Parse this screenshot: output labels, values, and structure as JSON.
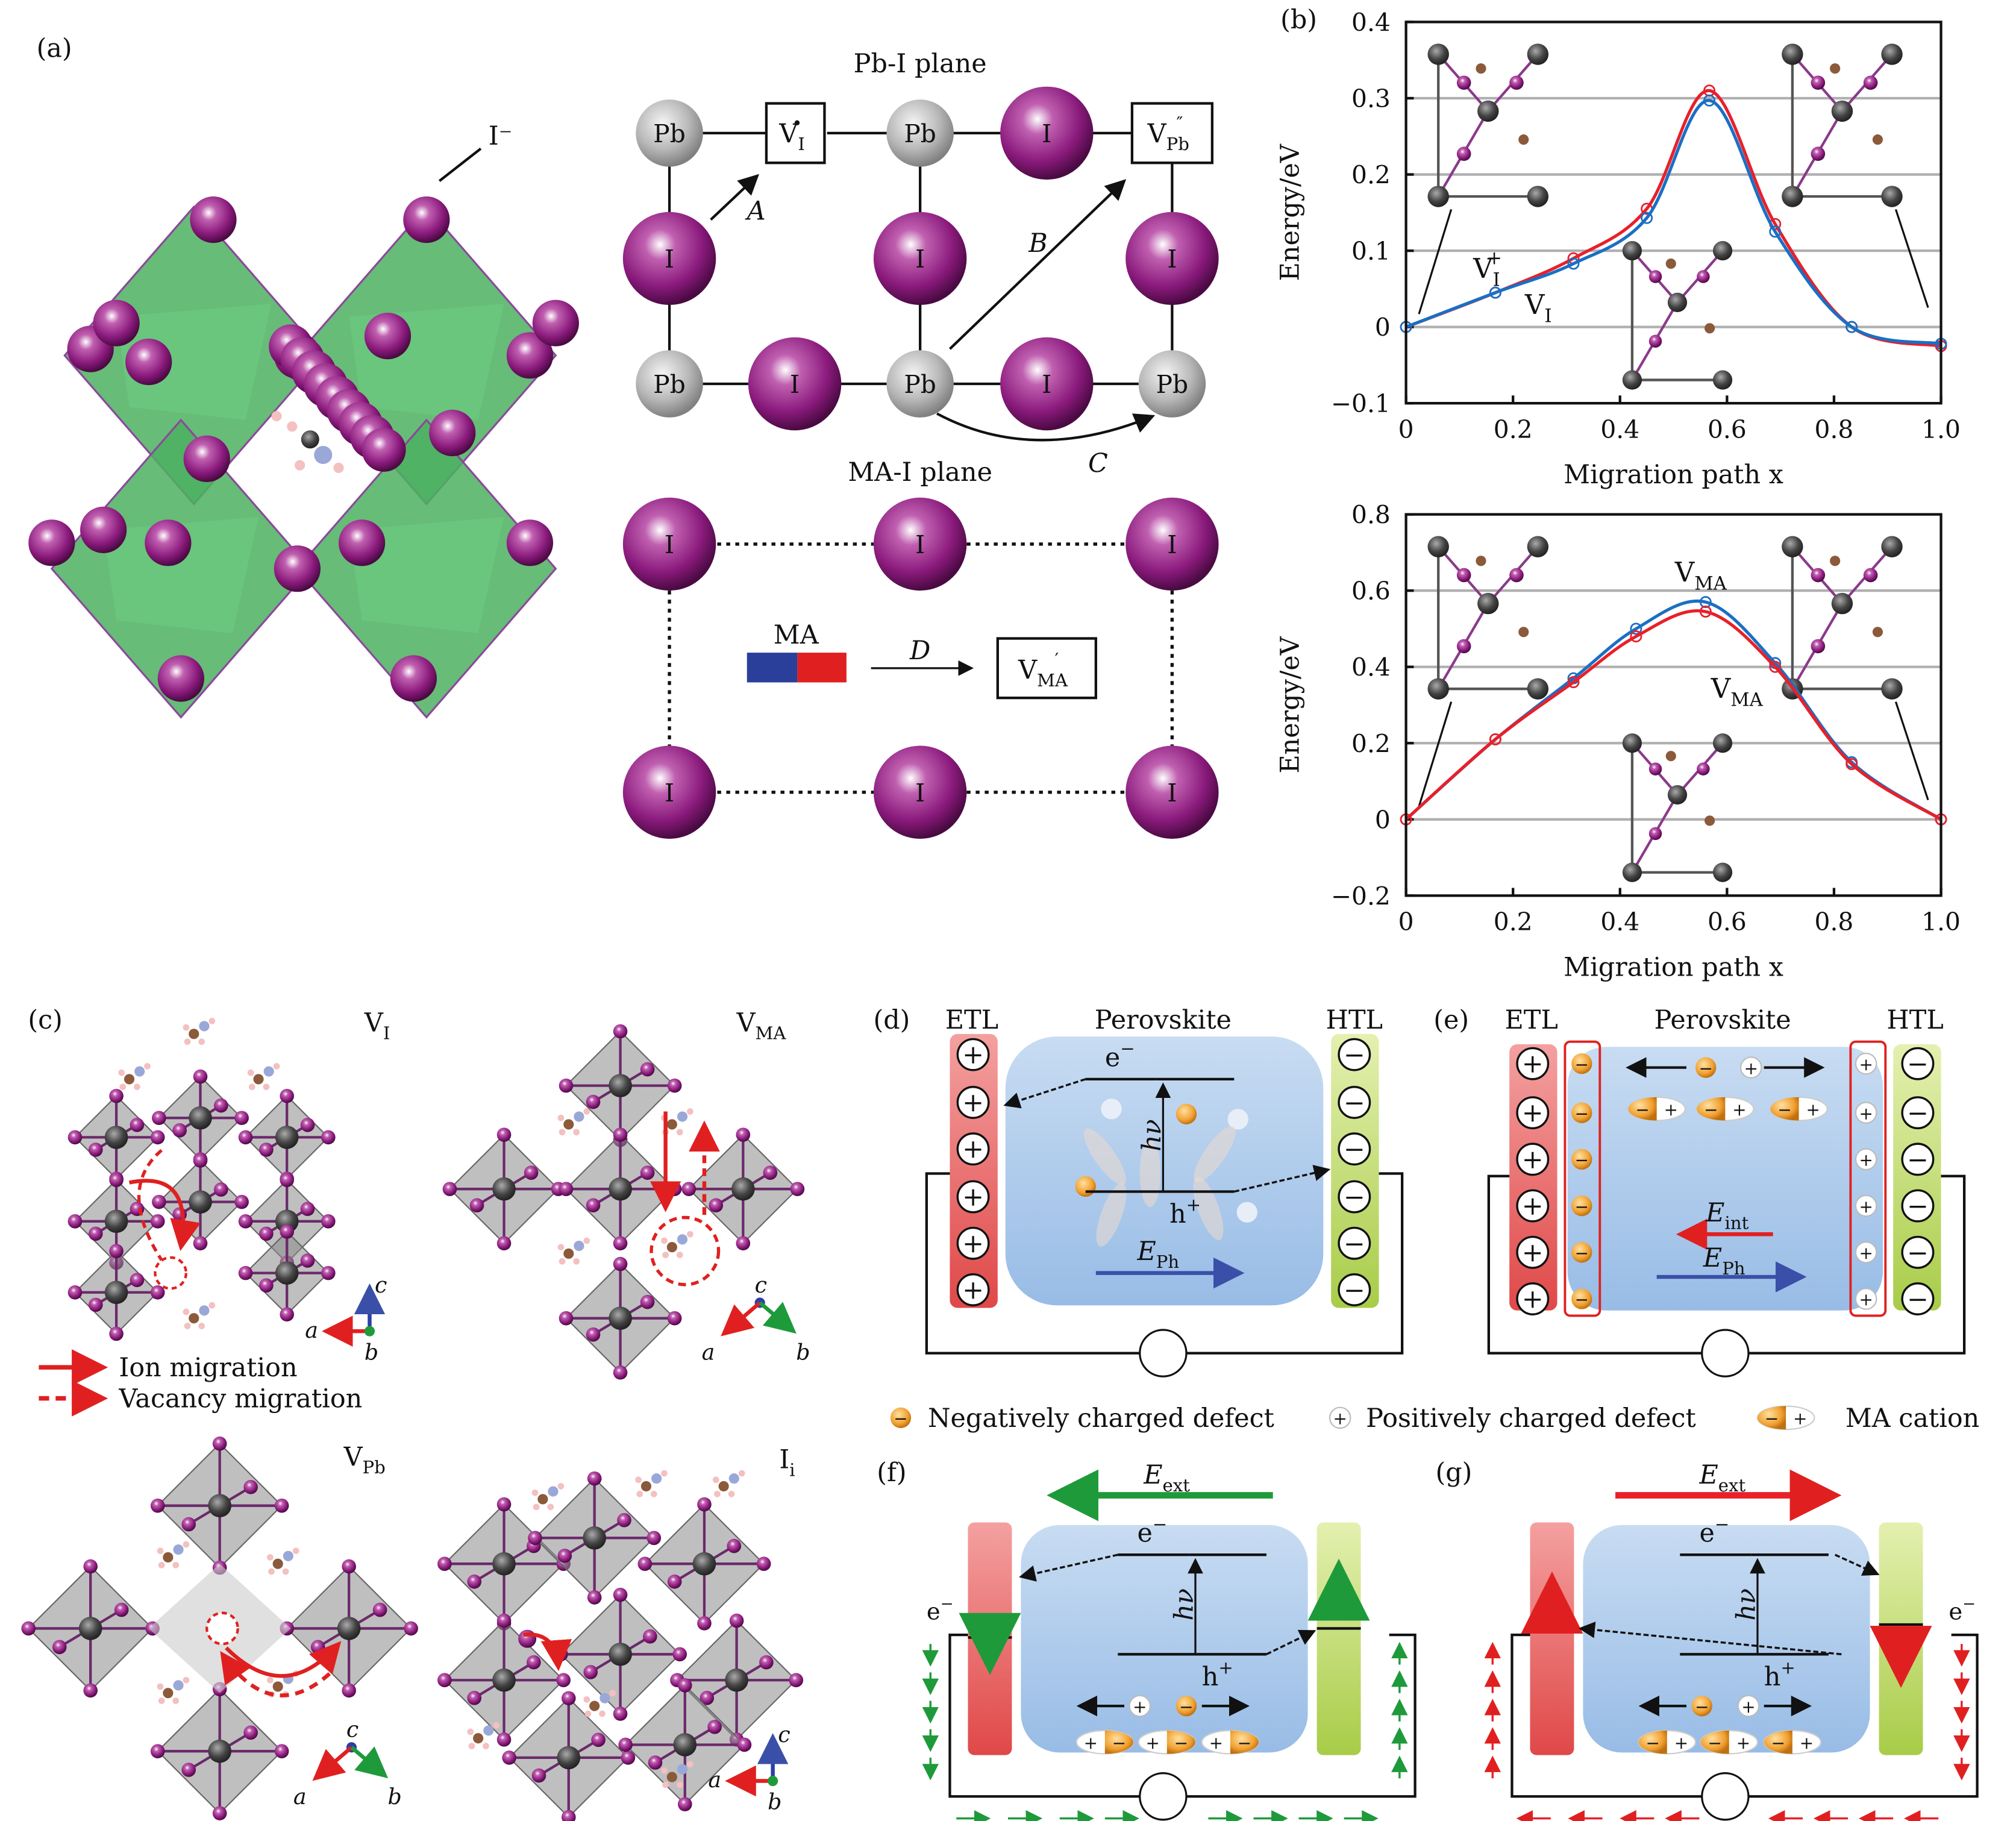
{
  "panel_labels": {
    "a": "(a)",
    "b": "(b)",
    "c": "(c)",
    "d": "(d)",
    "e": "(e)",
    "f": "(f)",
    "g": "(g)"
  },
  "panel_a": {
    "iodide_label": "I⁻",
    "pb_i_plane_title": "Pb-I plane",
    "ma_i_plane_title": "MA-I plane",
    "atom_pb": "Pb",
    "atom_i": "I",
    "vacancy_i": {
      "main": "V",
      "sub": "I",
      "sup": "•"
    },
    "vacancy_pb": {
      "main": "V",
      "sub": "Pb",
      "sup": "″"
    },
    "vacancy_ma": {
      "main": "V",
      "sub": "MA",
      "sup": "′"
    },
    "ma_label": "MA",
    "paths": {
      "A": "A",
      "B": "B",
      "C": "C",
      "D": "D"
    },
    "colors": {
      "path_label": "#e02020",
      "ma_blue": "#2a3f9a",
      "ma_red": "#e02020"
    }
  },
  "chart_data": [
    {
      "type": "line",
      "title": "",
      "xlabel": "Migration path x",
      "ylabel": "Energy/eV",
      "xlim": [
        0,
        1.0
      ],
      "ylim": [
        -0.1,
        0.4
      ],
      "xticks": [
        "0",
        "0.2",
        "0.4",
        "0.6",
        "0.8",
        "1.0"
      ],
      "yticks": [
        "0.4",
        "0.3",
        "0.2",
        "0.1",
        "0",
        "−0.1"
      ],
      "grid": "horizontal",
      "series": [
        {
          "name": "V_I^+",
          "label": {
            "main": "V",
            "sub": "I",
            "sup": "+"
          },
          "color": "#e8202a",
          "x": [
            0,
            0.167,
            0.313,
            0.45,
            0.567,
            0.69,
            0.833,
            1.0
          ],
          "y": [
            0,
            0.045,
            0.09,
            0.155,
            0.31,
            0.135,
            0.0,
            -0.025
          ]
        },
        {
          "name": "V_I",
          "label": {
            "main": "V",
            "sub": "I",
            "sup": ""
          },
          "color": "#1a6fc4",
          "x": [
            0,
            0.167,
            0.313,
            0.45,
            0.567,
            0.69,
            0.833,
            1.0
          ],
          "y": [
            0,
            0.045,
            0.083,
            0.143,
            0.297,
            0.125,
            0.0,
            -0.022
          ]
        }
      ]
    },
    {
      "type": "line",
      "title": "",
      "xlabel": "Migration path x",
      "ylabel": "Energy/eV",
      "xlim": [
        0,
        1.0
      ],
      "ylim": [
        -0.2,
        0.8
      ],
      "xticks": [
        "0",
        "0.2",
        "0.4",
        "0.6",
        "0.8",
        "1.0"
      ],
      "yticks": [
        "0.8",
        "0.6",
        "0.4",
        "0.2",
        "0",
        "−0.2"
      ],
      "grid": "horizontal",
      "series": [
        {
          "name": "V_MA (blue)",
          "label": {
            "main": "V",
            "sub": "MA",
            "sup": ""
          },
          "color": "#1a6fc4",
          "x": [
            0,
            0.167,
            0.313,
            0.43,
            0.56,
            0.69,
            0.833,
            1.0
          ],
          "y": [
            0,
            0.21,
            0.37,
            0.5,
            0.57,
            0.41,
            0.15,
            0
          ]
        },
        {
          "name": "V_MA (red)",
          "label": {
            "main": "V",
            "sub": "MA",
            "sup": ""
          },
          "color": "#e8202a",
          "x": [
            0,
            0.167,
            0.313,
            0.43,
            0.56,
            0.69,
            0.833,
            1.0
          ],
          "y": [
            0,
            0.21,
            0.36,
            0.48,
            0.545,
            0.4,
            0.145,
            0
          ]
        }
      ]
    }
  ],
  "panel_c": {
    "titles": [
      {
        "main": "V",
        "sub": "I"
      },
      {
        "main": "V",
        "sub": "MA"
      },
      {
        "main": "V",
        "sub": "Pb"
      },
      {
        "main": "I",
        "sub": "i"
      }
    ],
    "axes": {
      "a": "a",
      "b": "b",
      "c": "c"
    },
    "legend": {
      "ion": "Ion migration",
      "vacancy": "Vacancy migration"
    }
  },
  "devices": {
    "etl": "ETL",
    "perovskite": "Perovskite",
    "htl": "HTL",
    "electron": {
      "main": "e",
      "sup": "−"
    },
    "hole": {
      "main": "h",
      "sup": "+"
    },
    "photon": "hν",
    "e_ph": {
      "main": "E",
      "sub": "Ph"
    },
    "e_int": {
      "main": "E",
      "sub": "int"
    },
    "e_ext": {
      "main": "E",
      "sub": "ext"
    },
    "plus": "+",
    "minus": "−",
    "legend": {
      "negative": "Negatively charged defect",
      "positive": "Positively charged defect",
      "ma_cation": "MA cation"
    },
    "colors": {
      "etl": "#e8555a",
      "htl": "#b5d35a",
      "perovskite": "#a9c8ea",
      "defect_neg": "#f0a030",
      "e_ph": "#3a4fa8",
      "e_int": "#e02020",
      "e_ext_f": "#1e9a3a",
      "e_ext_g": "#e8202a"
    }
  }
}
